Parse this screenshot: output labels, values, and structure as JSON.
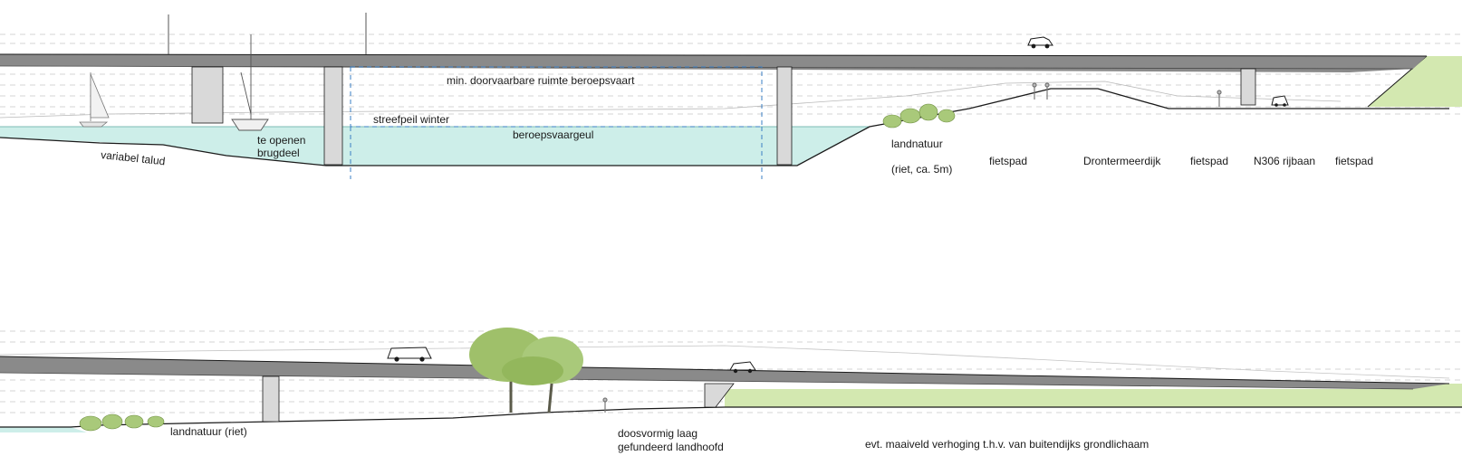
{
  "top_section": {
    "labels": {
      "clearance": "min. doorvaarbare ruimte beroepsvaart",
      "winter_level": "streefpeil winter",
      "channel": "beroepsvaargeul",
      "slope": "variabel talud",
      "bridge_part_line1": "te openen",
      "bridge_part_line2": "brugdeel",
      "nature_line1": "landnatuur",
      "nature_line2": "(riet, ca. 5m)",
      "cycle_path_1": "fietspad",
      "dike": "Drontermeerdijk",
      "cycle_path_2": "fietspad",
      "road": "N306 rijbaan",
      "cycle_path_3": "fietspad"
    }
  },
  "bottom_section": {
    "labels": {
      "nature": "landnatuur (riet)",
      "abutment_line1": "doosvormig laag",
      "abutment_line2": "gefundeerd landhoofd",
      "ground_raise": "evt. maaiveld verhoging t.h.v. van buitendijks grondlichaam"
    }
  },
  "colors": {
    "water": "#cdeee9",
    "grass": "#d3e8b0",
    "tree": "#9fc06a",
    "deck": "#8a8a8a",
    "pillar": "#d9d9d9",
    "clearance_line": "#3a7fc4",
    "ink": "#1a1a1a"
  }
}
